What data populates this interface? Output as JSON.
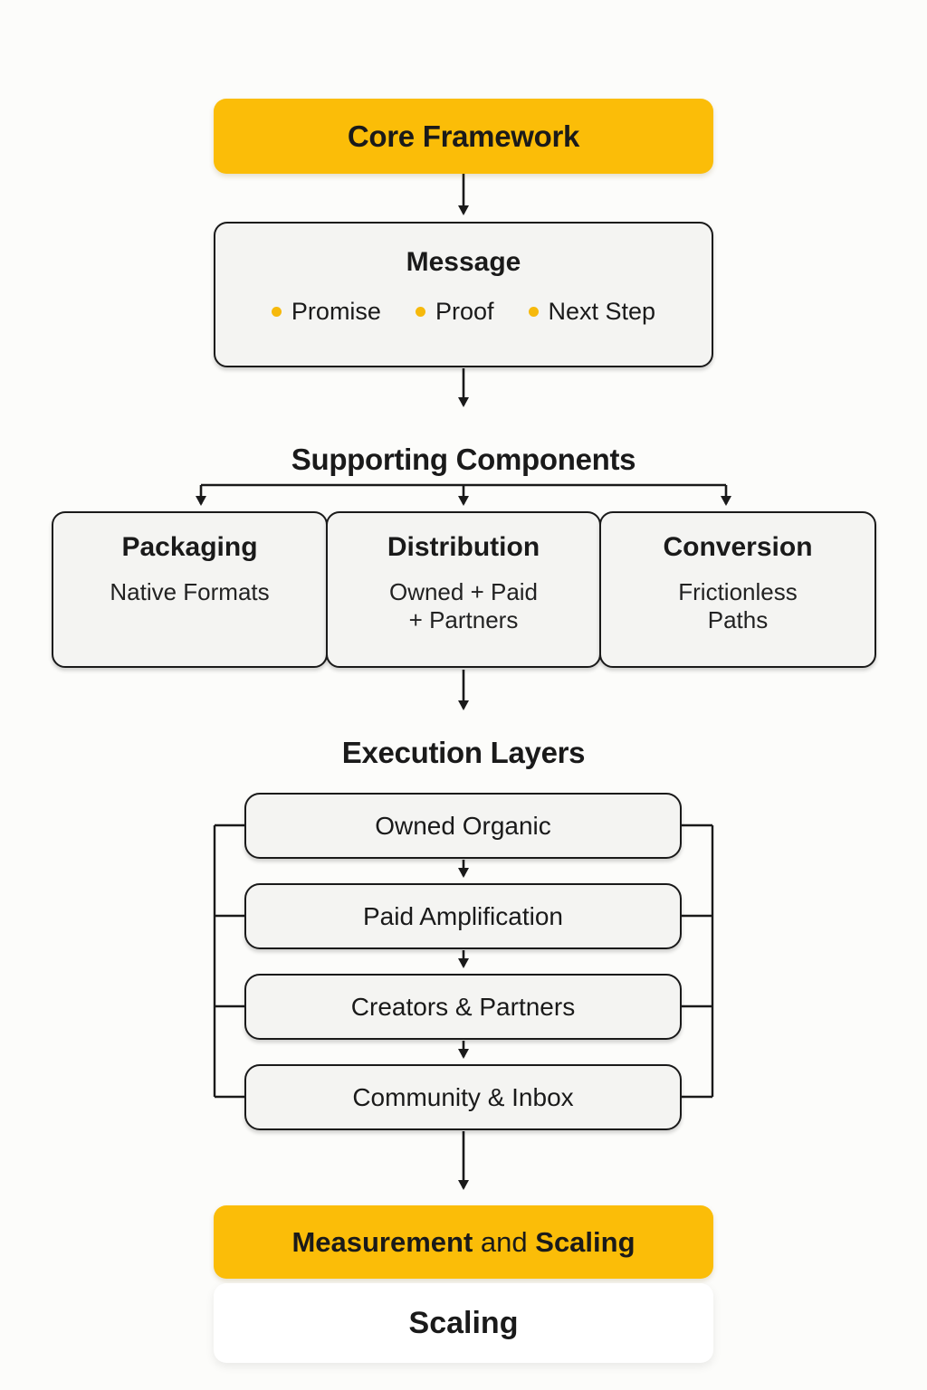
{
  "colors": {
    "accent_yellow": "#FBBD08",
    "bullet_yellow": "#F6B90C",
    "ink": "#1A1A1A",
    "box_fill": "#F4F4F2",
    "page_bg": "#FCFCFA"
  },
  "core": {
    "title": "Core Framework"
  },
  "message": {
    "title": "Message",
    "bullets": [
      {
        "label": "Promise"
      },
      {
        "label": "Proof"
      },
      {
        "label": "Next Step"
      }
    ]
  },
  "supporting": {
    "heading": "Supporting Components",
    "columns": [
      {
        "title": "Packaging",
        "lines": [
          "Native Formats"
        ]
      },
      {
        "title": "Distribution",
        "lines": [
          "Owned + Paid",
          "+ Partners"
        ]
      },
      {
        "title": "Conversion",
        "lines": [
          "Frictionless",
          "Paths"
        ]
      }
    ]
  },
  "execution": {
    "heading": "Execution Layers",
    "layers": [
      {
        "label": "Owned Organic"
      },
      {
        "label": "Paid Amplification"
      },
      {
        "label": "Creators & Partners"
      },
      {
        "label": "Community & Inbox"
      }
    ]
  },
  "measurement": {
    "bold_1": "Measurement",
    "regular": " and ",
    "bold_2": "Scaling"
  },
  "scaling": {
    "title": "Scaling"
  }
}
